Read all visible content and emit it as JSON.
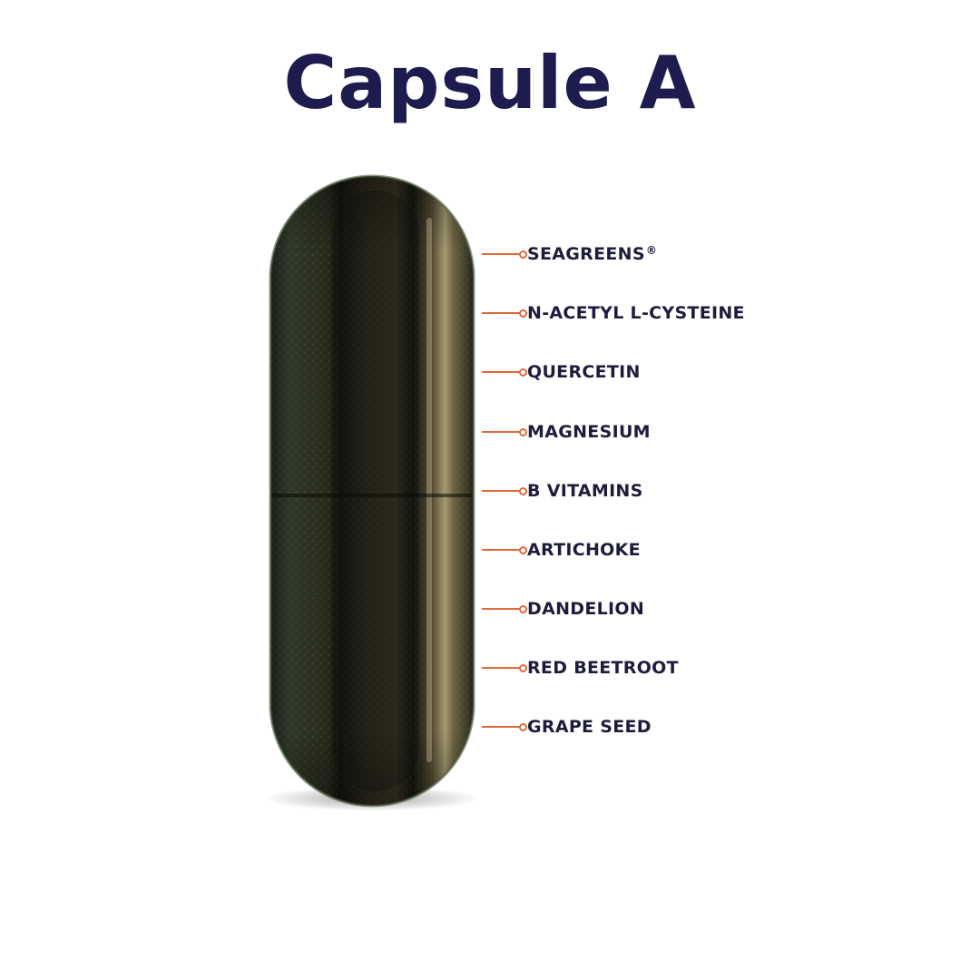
{
  "title": "Capsule A",
  "colors": {
    "title": "#1e1c4f",
    "label": "#1e1c3d",
    "leader": "#e0693a",
    "capsule_base": "#2b2a1d",
    "capsule_highlight": "#8a7a55"
  },
  "ingredients": [
    {
      "label": "SEAGREENS",
      "mark": "®"
    },
    {
      "label": "N-ACETYL L-CYSTEINE",
      "mark": ""
    },
    {
      "label": "QUERCETIN",
      "mark": ""
    },
    {
      "label": "MAGNESIUM",
      "mark": ""
    },
    {
      "label": "B VITAMINS",
      "mark": ""
    },
    {
      "label": "ARTICHOKE",
      "mark": ""
    },
    {
      "label": "DANDELION",
      "mark": ""
    },
    {
      "label": "RED BEETROOT",
      "mark": ""
    },
    {
      "label": "GRAPE SEED",
      "mark": ""
    }
  ]
}
